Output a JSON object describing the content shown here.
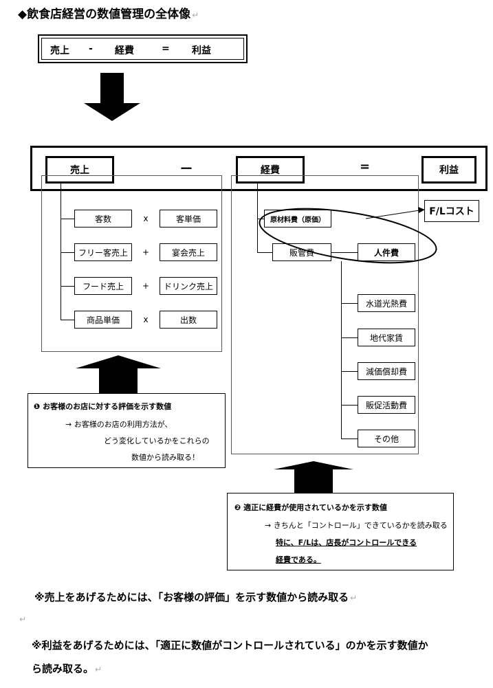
{
  "title": "◆飲食店経営の数値管理の全体像",
  "formula": {
    "a": "売上",
    "minus": "-",
    "b": "経費",
    "eq": "=",
    "c": "利益"
  },
  "header": {
    "sales": "売上",
    "minus": "ー",
    "expense": "経費",
    "eq": "=",
    "profit": "利益"
  },
  "sales_items": [
    {
      "left": "客数",
      "op": "x",
      "right": "客単価"
    },
    {
      "left": "フリー客売上",
      "op": "+",
      "right": "宴会売上"
    },
    {
      "left": "フード売上",
      "op": "+",
      "right": "ドリンク売上"
    },
    {
      "left": "商品単価",
      "op": "x",
      "right": "出数"
    }
  ],
  "expense": {
    "material": "原材料費（原価）",
    "sga": "販管費",
    "labor": "人件費",
    "fl_cost": "F/Lコスト",
    "sga_items": [
      "水道光熱費",
      "地代家賃",
      "減価償却費",
      "販促活動費",
      "その他"
    ]
  },
  "note1": {
    "num": "❶",
    "title": "お客様のお店に対する評価を示す数値",
    "line1": "→ お客様のお店の利用方法が、",
    "line2": "どう変化しているかをこれらの",
    "line3": "数値から読み取る！"
  },
  "note2": {
    "num": "❷",
    "title": "適正に経費が使用されているかを示す数値",
    "line1": "→ きちんと「コントロール」できているかを読み取る",
    "line2": "特に、F/Lは、店長がコントロールできる",
    "line3": "経費である。"
  },
  "bottom": {
    "line1": "※売上をあげるためには、「お客様の評価」を示す数値から読み取る",
    "line2a": "※利益をあげるためには、「適正に数値がコントロールされている」のかを示す数値か",
    "line2b": "ら読み取る。"
  },
  "return_mark": "↵"
}
